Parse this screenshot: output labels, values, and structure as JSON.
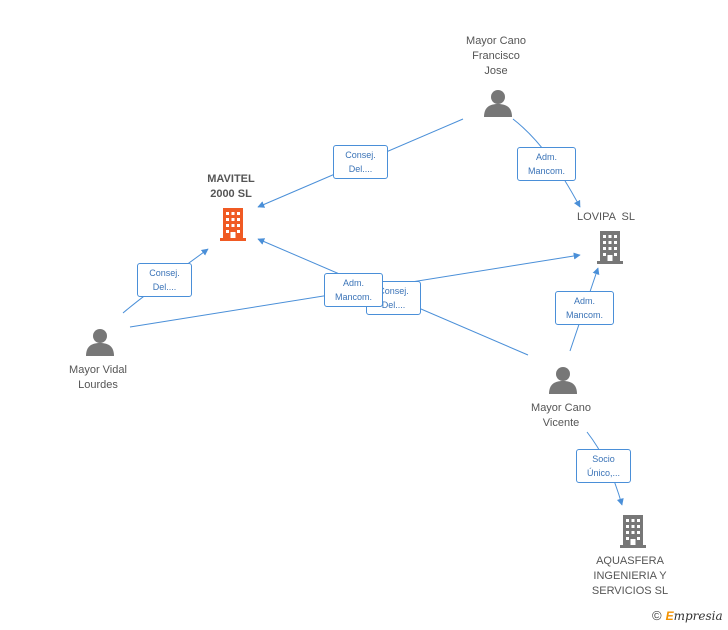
{
  "nodes": {
    "mavitel": {
      "lines": [
        "MAVITEL",
        "2000 SL"
      ],
      "icon": "building-icon",
      "color": "#f05a23"
    },
    "lovipa": {
      "lines": [
        "LOVIPA  SL"
      ],
      "icon": "building-icon",
      "color": "#777777"
    },
    "aquasfera": {
      "lines": [
        "AQUASFERA",
        "INGENIERIA Y",
        "SERVICIOS SL"
      ],
      "icon": "building-icon",
      "color": "#777777"
    },
    "francisco": {
      "lines": [
        "Mayor Cano",
        "Francisco",
        "Jose"
      ],
      "icon": "person-icon",
      "color": "#777777"
    },
    "lourdes": {
      "lines": [
        "Mayor Vidal",
        "Lourdes"
      ],
      "icon": "person-icon",
      "color": "#777777"
    },
    "vicente": {
      "lines": [
        "Mayor Cano",
        "Vicente"
      ],
      "icon": "person-icon",
      "color": "#777777"
    }
  },
  "edges": [
    {
      "id": "francisco-mavitel",
      "lines": [
        "Consej.",
        "Del...."
      ]
    },
    {
      "id": "francisco-lovipa",
      "lines": [
        "Adm.",
        "Mancom."
      ]
    },
    {
      "id": "lourdes-mavitel",
      "lines": [
        "Consej.",
        "Del...."
      ]
    },
    {
      "id": "lourdes-lovipa",
      "lines": [
        "Adm.",
        "Mancom."
      ]
    },
    {
      "id": "vicente-mavitel",
      "lines": [
        "Consej.",
        "Del...."
      ]
    },
    {
      "id": "vicente-lovipa",
      "lines": [
        "Adm.",
        "Mancom."
      ]
    },
    {
      "id": "vicente-aquasfera",
      "lines": [
        "Socio",
        "Único,..."
      ]
    }
  ],
  "colors": {
    "edge": "#4a8fd8",
    "edge_text": "#3a73b7"
  },
  "brand": {
    "copyright": "©",
    "first": "E",
    "rest": "mpresia"
  }
}
